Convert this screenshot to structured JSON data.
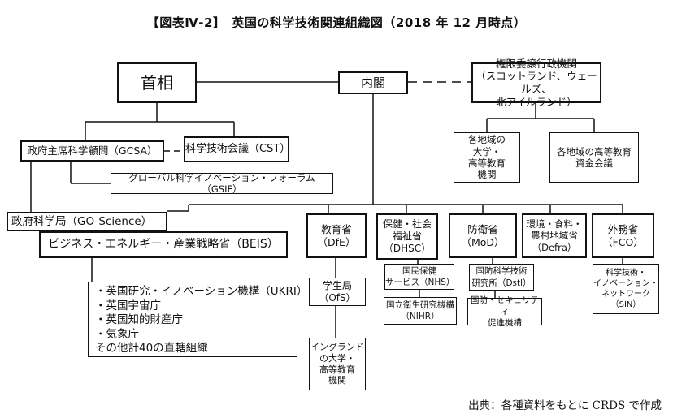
{
  "title": "【図表Ⅳ-2】　英国の科学技術関連組織図（2018 年 12 月時点）",
  "source": "出典：各種資料をもとに CRDS で作成",
  "nodes": {
    "pm": "首相",
    "cabinet": "内閣",
    "devolved": "権限委譲行政機関\n（スコットランド、ウェールズ、\n北アイルランド）",
    "regional_univ": "各地域の\n大学・\n高等教育\n機関",
    "regional_funding": "各地域の高等教育\n資金会議",
    "gcsa": "政府主席科学顧問（GCSA）",
    "cst": "科学技術会議（CST）",
    "gsif": "グローバル科学イノベーション・フォーラム（GSIF）",
    "goscience": "政府科学局（GO-Science）",
    "beis": "ビジネス・エネルギー・産業戦略省（BEIS）",
    "dfe": "教育省\n（DfE）",
    "dhsc": "保健・社会\n福祉省\n（DHSC）",
    "mod": "防衛省\n（MoD）",
    "defra": "環境・食料・\n農村地域省\n（Defra）",
    "fco": "外務省\n（FCO）",
    "nhs": "国民保健\nサービス（NHS）",
    "nihr": "国立衛生研究機構\n（NIHR）",
    "dstl": "国防科学技術\n研究所（Dstl）",
    "dasa": "国防・セキュリティ\n促進機構",
    "sin": "科学技術・\nイノベーション・\nネットワーク\n（SIN）",
    "ofs": "学生局\n（OfS）",
    "eng_univ": "イングランド\nの大学・\n高等教育\n機関"
  },
  "beis_bodies": [
    "・英国研究・イノベーション機構（UKRI）",
    "・英国宇宙庁",
    "・英国知的財産庁",
    "・気象庁",
    "その他計40の直轄組織"
  ]
}
